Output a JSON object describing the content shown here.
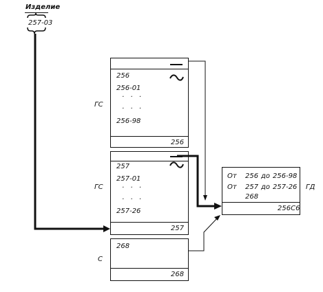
{
  "product": {
    "header": "Изделие",
    "code": "257-03"
  },
  "doc_256": {
    "side_label": "ГС",
    "rows": [
      "256",
      "256-01",
      "· · ·",
      "· · ·",
      "256-98"
    ],
    "footer": "256"
  },
  "doc_257": {
    "side_label": "ГС",
    "rows": [
      "257",
      "257-01",
      "· · ·",
      "· · ·",
      "257-26"
    ],
    "footer": "257"
  },
  "doc_268": {
    "side_label": "С",
    "rows": [
      "268"
    ],
    "footer": "268"
  },
  "group_doc": {
    "side_label": "ГД",
    "line1": {
      "from": "От",
      "a": "256",
      "to": "до",
      "b": "256-98"
    },
    "line2": {
      "from": "От",
      "a": "257",
      "to": "до",
      "b": "257-26"
    },
    "line3": "268",
    "footer": "256С6"
  },
  "symbols": {
    "variable_icon": "tilde-icon",
    "constant_icon": "dash-icon"
  }
}
